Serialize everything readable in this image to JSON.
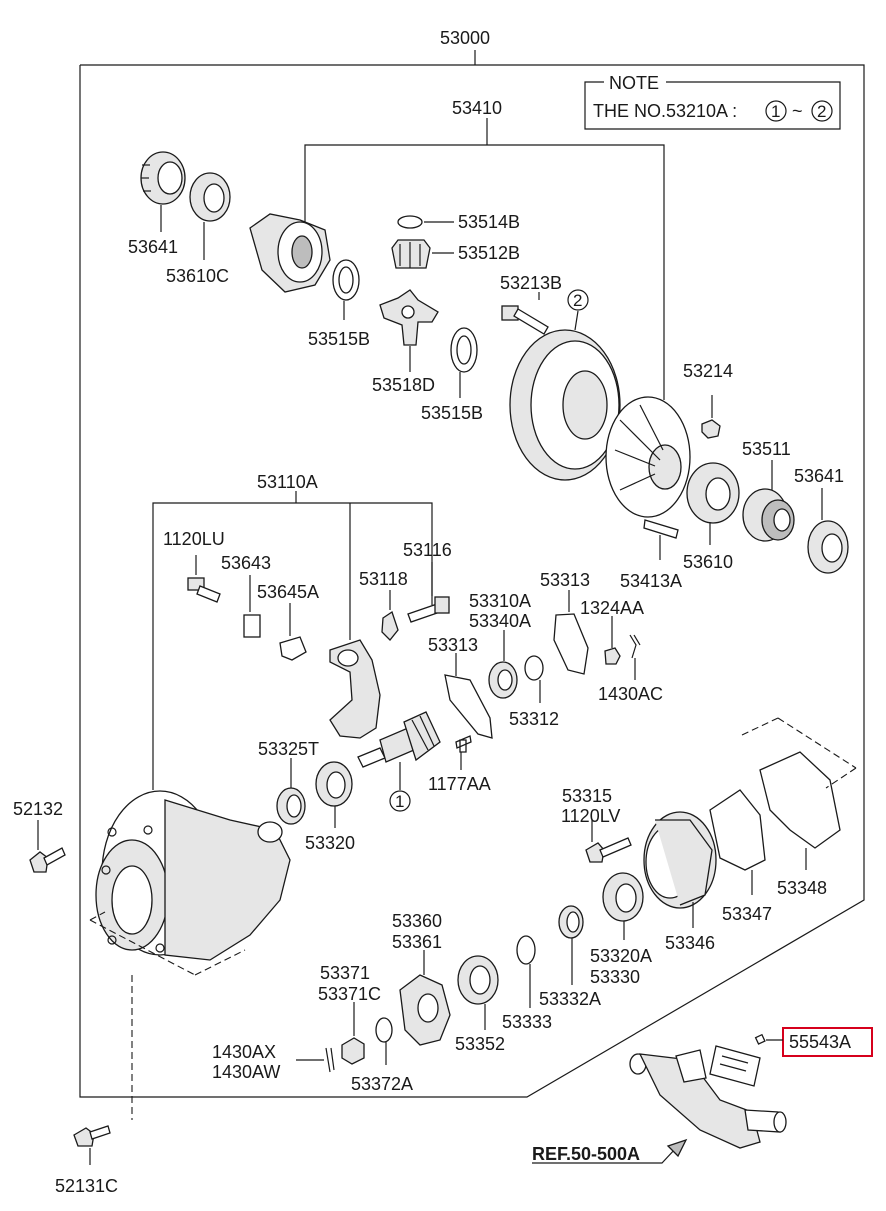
{
  "assembly_number": "53000",
  "note": {
    "title": "NOTE",
    "text": "THE NO.53210A :",
    "range_start": "1",
    "range_sep": "~",
    "range_end": "2"
  },
  "callouts": {
    "c1": "1",
    "c2": "2"
  },
  "parts": {
    "p53410": "53410",
    "p53641_top": "53641",
    "p53610C": "53610C",
    "p53514B": "53514B",
    "p53512B": "53512B",
    "p53213B": "53213B",
    "p53515B_a": "53515B",
    "p53518D": "53518D",
    "p53515B_b": "53515B",
    "p53214": "53214",
    "p53511": "53511",
    "p53641_right": "53641",
    "p53610": "53610",
    "p53413A": "53413A",
    "p53110A": "53110A",
    "p1120LU": "1120LU",
    "p53643": "53643",
    "p53645A": "53645A",
    "p53116": "53116",
    "p53118": "53118",
    "p53313_a": "53313",
    "p1324AA": "1324AA",
    "p53310A": "53310A",
    "p53340A": "53340A",
    "p53313_b": "53313",
    "p1430AC": "1430AC",
    "p53312": "53312",
    "p53325T": "53325T",
    "p1177AA": "1177AA",
    "p52132": "52132",
    "p53320": "53320",
    "p53315": "53315",
    "p1120LV": "1120LV",
    "p53348": "53348",
    "p53347": "53347",
    "p53346": "53346",
    "p53320A": "53320A",
    "p53330": "53330",
    "p53332A": "53332A",
    "p53360": "53360",
    "p53361": "53361",
    "p53333": "53333",
    "p53371": "53371",
    "p53371C": "53371C",
    "p53352": "53352",
    "p1430AX": "1430AX",
    "p1430AW": "1430AW",
    "p53372A": "53372A",
    "p52131C": "52131C",
    "p55543A": "55543A",
    "ref": "REF.50-500A"
  },
  "highlight_color": "#d6001c",
  "line_color": "#1a1a1a"
}
